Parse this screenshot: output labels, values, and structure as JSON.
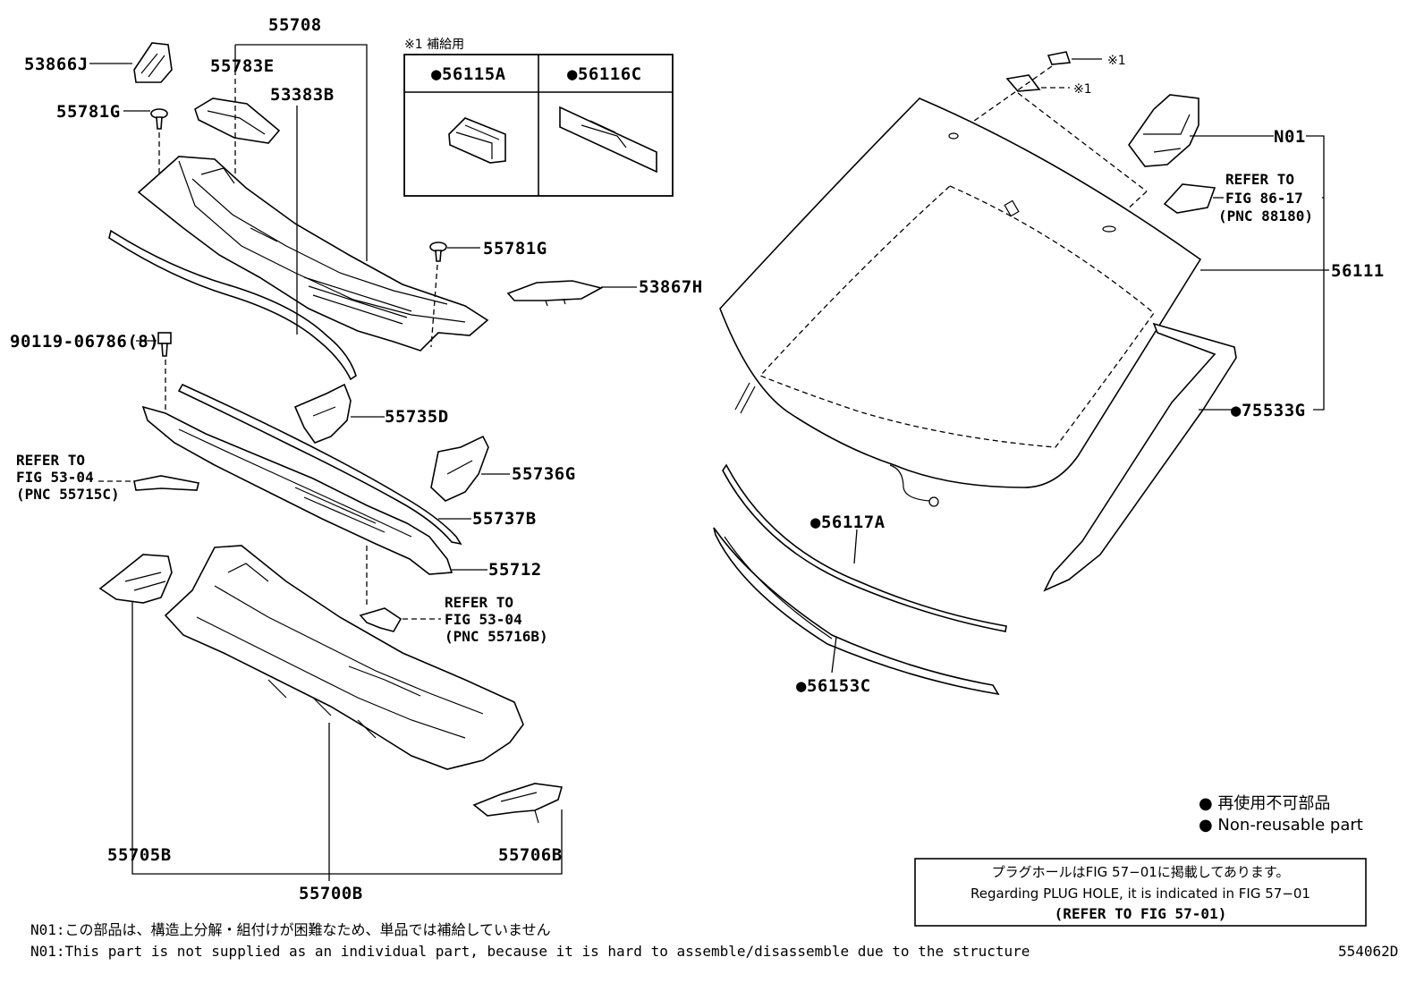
{
  "parts": {
    "p53866J": "53866J",
    "p55708": "55708",
    "p55783E": "55783E",
    "p53383B": "53383B",
    "p55781G_a": "55781G",
    "p55781G_b": "55781G",
    "p53867H": "53867H",
    "p90119": "90119-06786(8)",
    "p55735D": "55735D",
    "p55736G": "55736G",
    "p55737B": "55737B",
    "p55712": "55712",
    "p55705B": "55705B",
    "p55706B": "55706B",
    "p55700B": "55700B",
    "pN01": "N01",
    "p56111": "56111",
    "p75533G": "●75533G",
    "p56117A": "●56117A",
    "p56153C": "●56153C",
    "p56115A": "●56115A",
    "p56116C": "●56116C"
  },
  "notes": {
    "supply_header": "※1 補給用",
    "mark1_a": "※1",
    "mark1_b": "※1"
  },
  "refs": {
    "ref_55715C": [
      "REFER TO",
      "FIG 53-04",
      "(PNC 55715C)"
    ],
    "ref_55716B": [
      "REFER TO",
      "FIG 53-04",
      "(PNC 55716B)"
    ],
    "ref_88180": [
      "REFER TO",
      "FIG 86-17",
      "(PNC 88180)"
    ]
  },
  "legend": {
    "jp": "● 再使用不可部品",
    "en": "● Non-reusable part"
  },
  "plug_box": {
    "line1": "プラグホールはFIG 57−01に掲載してあります。",
    "line2": "Regarding PLUG HOLE, it is indicated in FIG 57−01",
    "line3": "(REFER TO FIG 57-01)"
  },
  "footer": {
    "n01_jp": "N01:この部品は、構造上分解・組付けが困難なため、単品では補給していません",
    "n01_en": "N01:This part is not supplied as an individual part, because it is hard to assemble/disassemble due to the structure",
    "figure_id": "554062D"
  }
}
